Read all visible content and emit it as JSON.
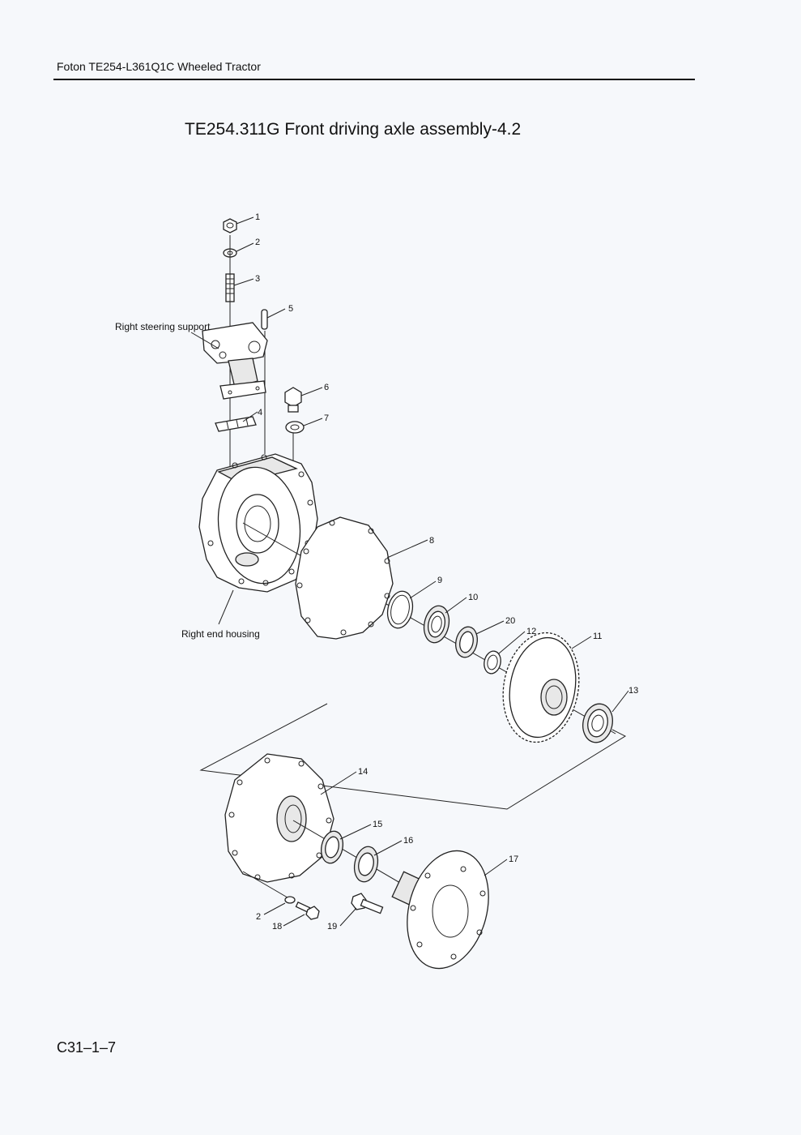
{
  "header": {
    "text": "Foton TE254-L361Q1C Wheeled Tractor"
  },
  "title": "TE254.311G  Front driving axle assembly-4.2",
  "page_number": "C31–1–7",
  "labels": {
    "right_steering_support": "Right steering support",
    "right_end_housing": "Right end housing"
  },
  "callouts": {
    "c1": "1",
    "c2": "2",
    "c3": "3",
    "c4": "4",
    "c5": "5",
    "c6": "6",
    "c7": "7",
    "c8": "8",
    "c9": "9",
    "c10": "10",
    "c11": "11",
    "c12": "12",
    "c13": "13",
    "c14": "14",
    "c15": "15",
    "c16": "16",
    "c17": "17",
    "c18": "18",
    "c19": "19",
    "c20": "20",
    "c2b": "2"
  }
}
